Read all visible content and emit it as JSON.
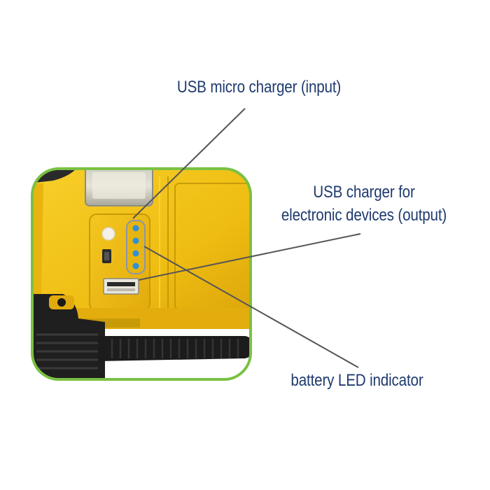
{
  "labels": {
    "usb_micro": "USB micro charger (input)",
    "usb_output_line1": "USB charger for",
    "usb_output_line2": "electronic devices (output)",
    "battery_led": "battery LED indicator"
  },
  "led_indicator": {
    "count": 4
  },
  "colors": {
    "label_text": "#1f3b6e",
    "frame_border": "#7ac143",
    "device_body": "#f2c21a",
    "led": "#2f8fd9",
    "leader_line": "#555555"
  }
}
